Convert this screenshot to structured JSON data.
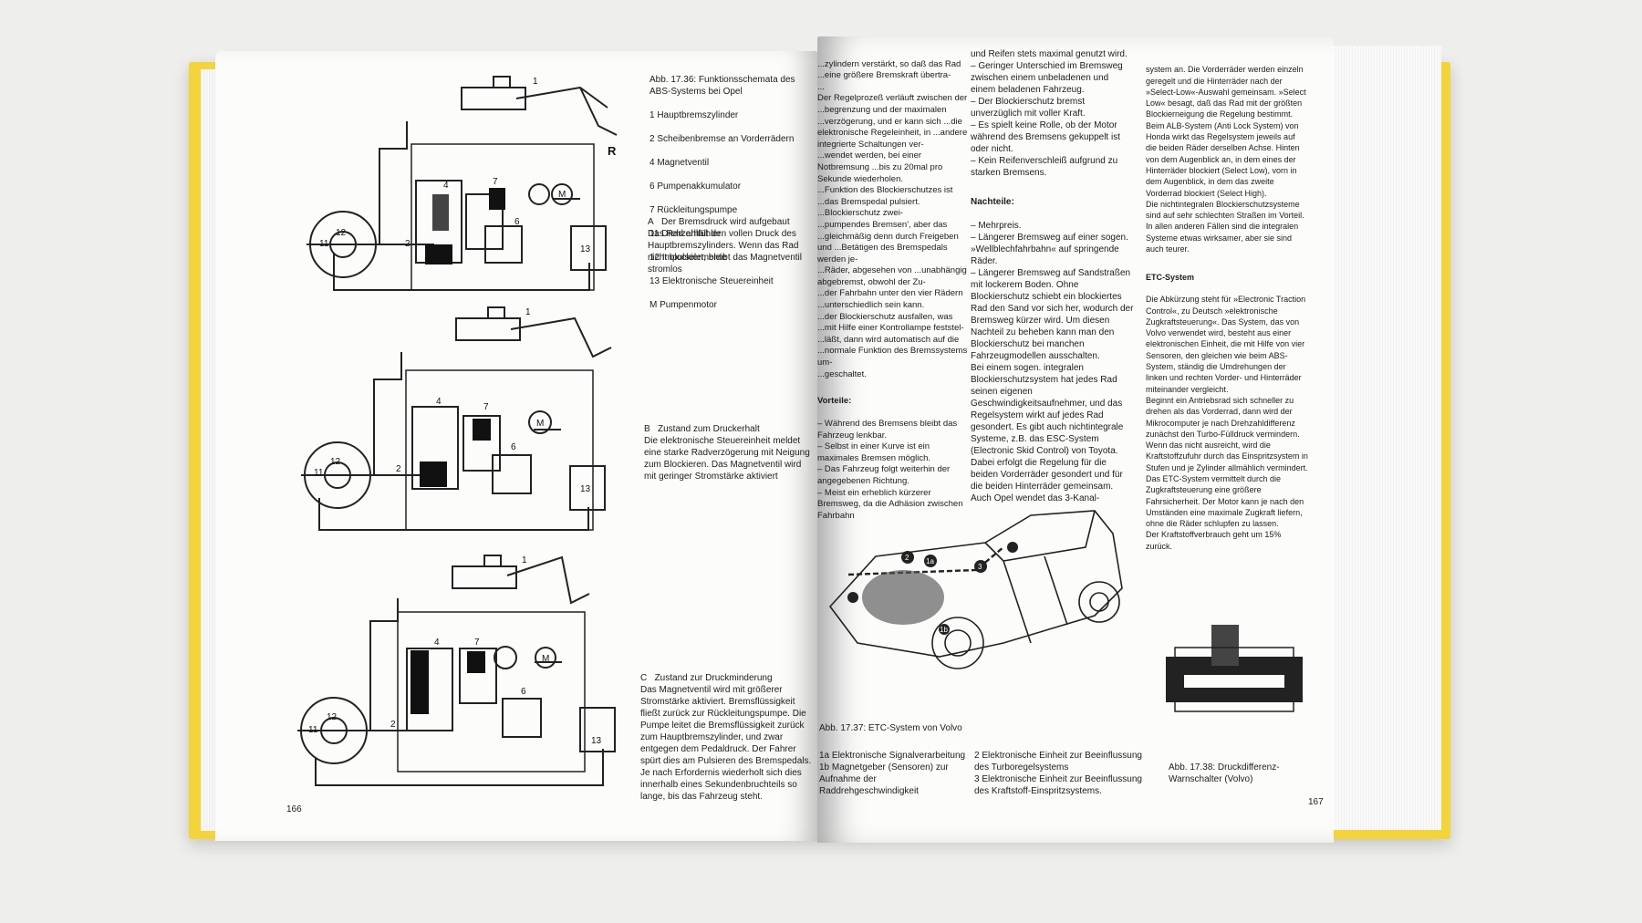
{
  "left_page": {
    "page_number": "166",
    "figure_caption": {
      "title": "Abb. 17.36: Funktionsschemata des ABS-Systems bei Opel",
      "legend": [
        "1 Hauptbremszylinder",
        "2 Scheibenbremse an Vorderrädern",
        "4 Magnetventil",
        "6 Pumpenakkumulator",
        "7 Rückleitungspumpe",
        "11 Drehzahlfühler",
        "12 Impulselemente",
        "13 Elektronische Steuereinheit",
        "M Pumpenmotor"
      ]
    },
    "states": [
      {
        "label": "A",
        "title": "Der Bremsdruck wird aufgebaut",
        "text": "Das Rad erhält den vollen Druck des Hauptbremszylinders. Wenn das Rad nicht blockiert, bleibt das Magnetventil stromlos"
      },
      {
        "label": "B",
        "title": "Zustand zum Druckerhalt",
        "text": "Die elektronische Steuereinheit meldet eine starke Radverzögerung mit Neigung zum Blockieren. Das Magnetventil wird mit geringer Stromstärke aktiviert"
      },
      {
        "label": "C",
        "title": "Zustand zur Druckminderung",
        "text": "Das Magnetventil wird mit größerer Stromstärke aktiviert. Bremsflüssigkeit fließt zurück zur Rückleitungspumpe. Die Pumpe leitet die Bremsflüssigkeit zurück zum Hauptbremszylinder, und zwar entgegen dem Pedaldruck. Der Fahrer spürt dies am Pulsieren des Bremspedals. Je nach Erfordernis wiederholt sich dies innerhalb eines Sekundenbruchteils so lange, bis das Fahrzeug steht."
      }
    ],
    "diagram_labels": {
      "one": "1",
      "two": "2",
      "four": "4",
      "six": "6",
      "seven": "7",
      "eleven": "11",
      "twelve": "12",
      "thirteen": "13",
      "motor": "M",
      "return": "R"
    }
  },
  "right_page": {
    "page_number": "167",
    "col1": "...zylindern verstärkt, so daß das Rad ...eine größere Bremskraft übertra-\n...\nDer Regelprozeß verläuft zwischen der ...begrenzung und der maximalen ...verzögerung, und er kann sich ...die elektronische Regeleinheit, in ...andere integrierte Schaltungen ver-\n...wendet werden, bei einer Notbremsung ...bis zu 20mal pro Sekunde wiederholen.\n...Funktion des Blockierschutzes ist ...das Bremspedal pulsiert.\n...Blockierschutz zwei-\n...pumpendes Bremsen', aber das ...gleichmäßig denn durch Freigeben und ...Betätigen des Bremspedals werden je-\n...Räder, abgesehen von ...unabhängig abgebremst, obwohl der Zu-\n...der Fahrbahn unter den vier Rädern ...unterschiedlich sein kann.\n...der Blockierschutz ausfallen, was ...mit Hilfe einer Kontrollampe feststel-\n...läßt, dann wird automatisch auf die ...normale Funktion des Bremssystems um-\n...geschaltet.",
    "col1_vorteile_title": "Vorteile:",
    "col1_vorteile": "– Während des Bremsens bleibt das Fahrzeug lenkbar.\n– Selbst in einer Kurve ist ein maximales Bremsen möglich.\n– Das Fahrzeug folgt weiterhin der angegebenen Richtung.\n– Meist ein erheblich kürzerer Bremsweg, da die Adhäsion zwischen Fahrbahn",
    "col2": "und Reifen stets maximal genutzt wird.\n– Geringer Unterschied im Bremsweg zwischen einem unbeladenen und einem beladenen Fahrzeug.\n– Der Blockierschutz bremst unverzüglich mit voller Kraft.\n– Es spielt keine Rolle, ob der Motor während des Bremsens gekuppelt ist oder nicht.\n– Kein Reifenverschleiß aufgrund zu starken Bremsens.",
    "col2_nachteile_title": "Nachteile:",
    "col2_nachteile": "– Mehrpreis.\n– Längerer Bremsweg auf einer sogen. »Wellblechfahrbahn« auf springende Räder.\n– Längerer Bremsweg auf Sandstraßen mit lockerem Boden. Ohne Blockierschutz schiebt ein blockiertes Rad den Sand vor sich her, wodurch der Bremsweg kürzer wird. Um diesen Nachteil zu beheben kann man den Blockierschutz bei manchen Fahrzeugmodellen ausschalten.\nBei einem sogen. integralen Blockierschutzsystem hat jedes Rad seinen eigenen Geschwindigkeitsaufnehmer, und das Regelsystem wirkt auf jedes Rad gesondert. Es gibt auch nichtintegrale Systeme, z.B. das ESC-System (Electronic Skid Control) von Toyota. Dabei erfolgt die Regelung für die beiden Vorderräder gesondert und für die beiden Hinterräder gemeinsam. Auch Opel wendet das 3-Kanal-",
    "col3": "system an. Die Vorderräder werden einzeln geregelt und die Hinterräder nach der »Select-Low«-Auswahl gemeinsam. »Select Low« besagt, daß das Rad mit der größten Blockierneigung die Regelung bestimmt. Beim ALB-System (Anti Lock System) von Honda wirkt das Regelsystem jeweils auf die beiden Räder derselben Achse. Hinten von dem Augenblick an, in dem eines der Hinterräder blockiert (Select Low), vorn in dem Augenblick, in dem das zweite Vorderrad blockiert (Select High).\nDie nichtintegralen Blockierschutzsysteme sind auf sehr schlechten Straßen im Vorteil. In allen anderen Fällen sind die integralen Systeme etwas wirksamer, aber sie sind auch teurer.",
    "etc_title": "ETC-System",
    "etc_text": "Die Abkürzung steht für »Electronic Traction Control«, zu Deutsch »elektronische Zugkraftsteuerung«. Das System, das von Volvo verwendet wird, besteht aus einer elektronischen Einheit, die mit Hilfe von vier Sensoren, den gleichen wie beim ABS-System, ständig die Umdrehungen der linken und rechten Vorder- und Hinterräder miteinander vergleicht.\nBeginnt ein Antriebsrad sich schneller zu drehen als das Vorderrad, dann wird der Mikrocomputer je nach Drehzahldifferenz zunächst den Turbo-Fülldruck vermindern. Wenn das nicht ausreicht, wird die Kraftstoffzufuhr durch das Einspritzsystem in Stufen und je Zylinder allmählich vermindert.\nDas ETC-System vermittelt durch die Zugkraftsteuerung eine größere Fahrsicherheit. Der Motor kann je nach den Umständen eine maximale Zugkraft liefern, ohne die Räder schlupfen zu lassen.\nDer Kraftstoffverbrauch geht um 15% zurück.",
    "fig37_caption": "Abb. 17.37: ETC-System von Volvo",
    "fig37_legend_left": "1a Elektronische Signalverarbeitung\n1b Magnetgeber (Sensoren) zur Aufnahme der Raddrehgeschwindigkeit",
    "fig37_legend_right": "2 Elektronische Einheit zur Beeinflussung des Turboregelsystems\n3 Elektronische Einheit zur Beeinflussung des Kraftstoff-Einspritzsystems.",
    "fig38_caption": "Abb. 17.38: Druckdifferenz-Warnschalter (Volvo)",
    "car_labels": {
      "a": "2",
      "b": "1a",
      "c": "3",
      "d": "1b"
    }
  }
}
